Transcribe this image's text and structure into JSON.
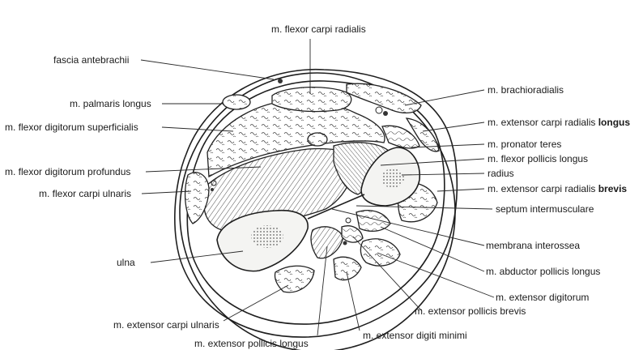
{
  "labels": {
    "flexor_carpi_radialis": "m. flexor carpi radialis",
    "fascia_antebrachii": "fascia antebrachii",
    "brachioradialis": "m. brachioradialis",
    "palmaris_longus": "m. palmaris longus",
    "extensor_carpi_radialis_longus_prefix": "m. extensor carpi radialis ",
    "extensor_carpi_radialis_longus_bold": "longus",
    "flexor_digitorum_superficialis": "m. flexor digitorum superficialis",
    "pronator_teres": "m. pronator teres",
    "flexor_pollicis_longus": "m. flexor pollicis longus",
    "flexor_digitorum_profundus": "m. flexor digitorum profundus",
    "radius": "radius",
    "flexor_carpi_ulnaris": "m. flexor carpi ulnaris",
    "extensor_carpi_radialis_brevis_prefix": "m. extensor carpi radialis ",
    "extensor_carpi_radialis_brevis_bold": "brevis",
    "septum_intermusculare": "septum intermusculare",
    "membrana_interossea": "membrana interossea",
    "ulna": "ulna",
    "abductor_pollicis_longus": "m. abductor pollicis longus",
    "extensor_digitorum": "m. extensor digitorum",
    "extensor_carpi_ulnaris": "m. extensor carpi ulnaris",
    "extensor_pollicis_brevis": "m. extensor pollicis brevis",
    "extensor_pollicis_longus": "m. extensor pollicis longus",
    "extensor_digiti_minimi": "m. extensor digiti minimi"
  },
  "colors": {
    "ink": "#1e1e1e",
    "background": "#ffffff",
    "bone": "#f4f4f2"
  }
}
